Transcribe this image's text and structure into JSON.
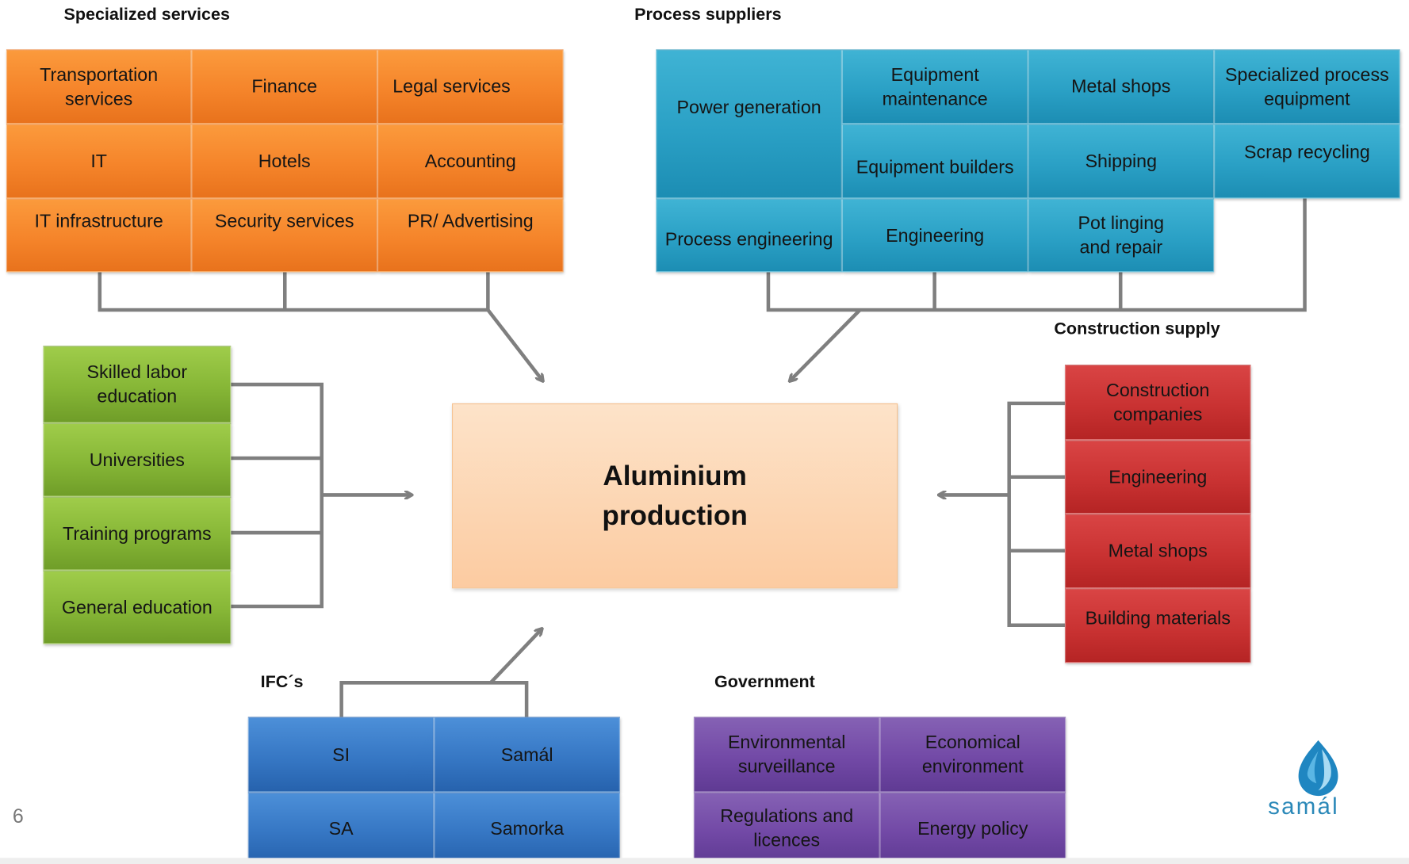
{
  "sections": {
    "specialized_services": {
      "title": "Specialized services",
      "items": [
        "Transportation services",
        "Finance",
        "Legal services",
        "IT",
        "Hotels",
        "Accounting",
        "IT infrastructure",
        "Security services",
        "PR/ Advertising"
      ]
    },
    "process_suppliers": {
      "title": "Process suppliers",
      "items": [
        "Power generation",
        "Equipment maintenance",
        "Metal shops",
        "Specialized process equipment",
        "Equipment builders",
        "Shipping",
        "Scrap recycling",
        "Process engineering",
        "Engineering",
        "Pot linging and repair"
      ]
    },
    "education": {
      "items": [
        "Skilled labor education",
        "Universities",
        "Training programs",
        "General education"
      ]
    },
    "construction_supply": {
      "title": "Construction  supply",
      "items": [
        "Construction companies",
        "Engineering",
        "Metal shops",
        "Building materials"
      ]
    },
    "ifcs": {
      "title": "IFC´s",
      "items": [
        "SI",
        "Samál",
        "SA",
        "Samorka"
      ]
    },
    "government": {
      "title": "Government",
      "items": [
        "Environmental surveillance",
        "Economical environment",
        "Regulations and licences",
        "Energy policy"
      ]
    }
  },
  "center": {
    "title": "Aluminium production"
  },
  "page_number": "6",
  "logo": {
    "text": "samál",
    "icon": "water-drop-icon"
  },
  "colors": {
    "orange": "#f5842a",
    "teal": "#2aa0c5",
    "green": "#86b636",
    "red": "#c93232",
    "blue": "#3677c4",
    "purple": "#7249a6",
    "center": "#fccba1",
    "connector": "#7f7f7f"
  }
}
